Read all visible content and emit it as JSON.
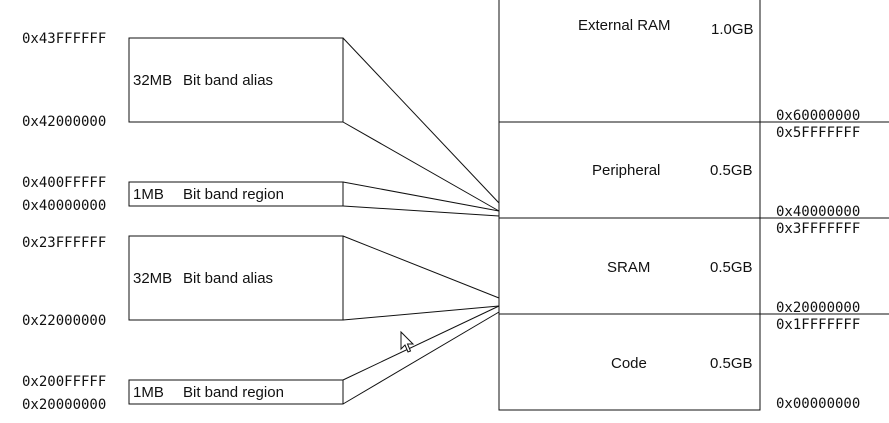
{
  "left_blocks": [
    {
      "top_addr": "0x43FFFFFF",
      "bottom_addr": "0x42000000",
      "size": "32MB",
      "label": "Bit band alias"
    },
    {
      "top_addr": "0x400FFFFF",
      "bottom_addr": "0x40000000",
      "size": "1MB",
      "label": "Bit band region"
    },
    {
      "top_addr": "0x23FFFFFF",
      "bottom_addr": "0x22000000",
      "size": "32MB",
      "label": "Bit band alias"
    },
    {
      "top_addr": "0x200FFFFF",
      "bottom_addr": "0x20000000",
      "size": "1MB",
      "label": "Bit band region"
    }
  ],
  "memory_regions": [
    {
      "name": "External RAM",
      "size": "1.0GB"
    },
    {
      "name": "Peripheral",
      "size": "0.5GB"
    },
    {
      "name": "SRAM",
      "size": "0.5GB"
    },
    {
      "name": "Code",
      "size": "0.5GB"
    }
  ],
  "boundary_addresses": [
    {
      "upper": "0x60000000",
      "lower": "0x5FFFFFFF"
    },
    {
      "upper": "0x40000000",
      "lower": "0x3FFFFFFF"
    },
    {
      "upper": "0x20000000",
      "lower": "0x1FFFFFFF"
    },
    {
      "upper": "0x00000000",
      "lower": ""
    }
  ],
  "cursor_icon": "mouse-pointer-icon"
}
